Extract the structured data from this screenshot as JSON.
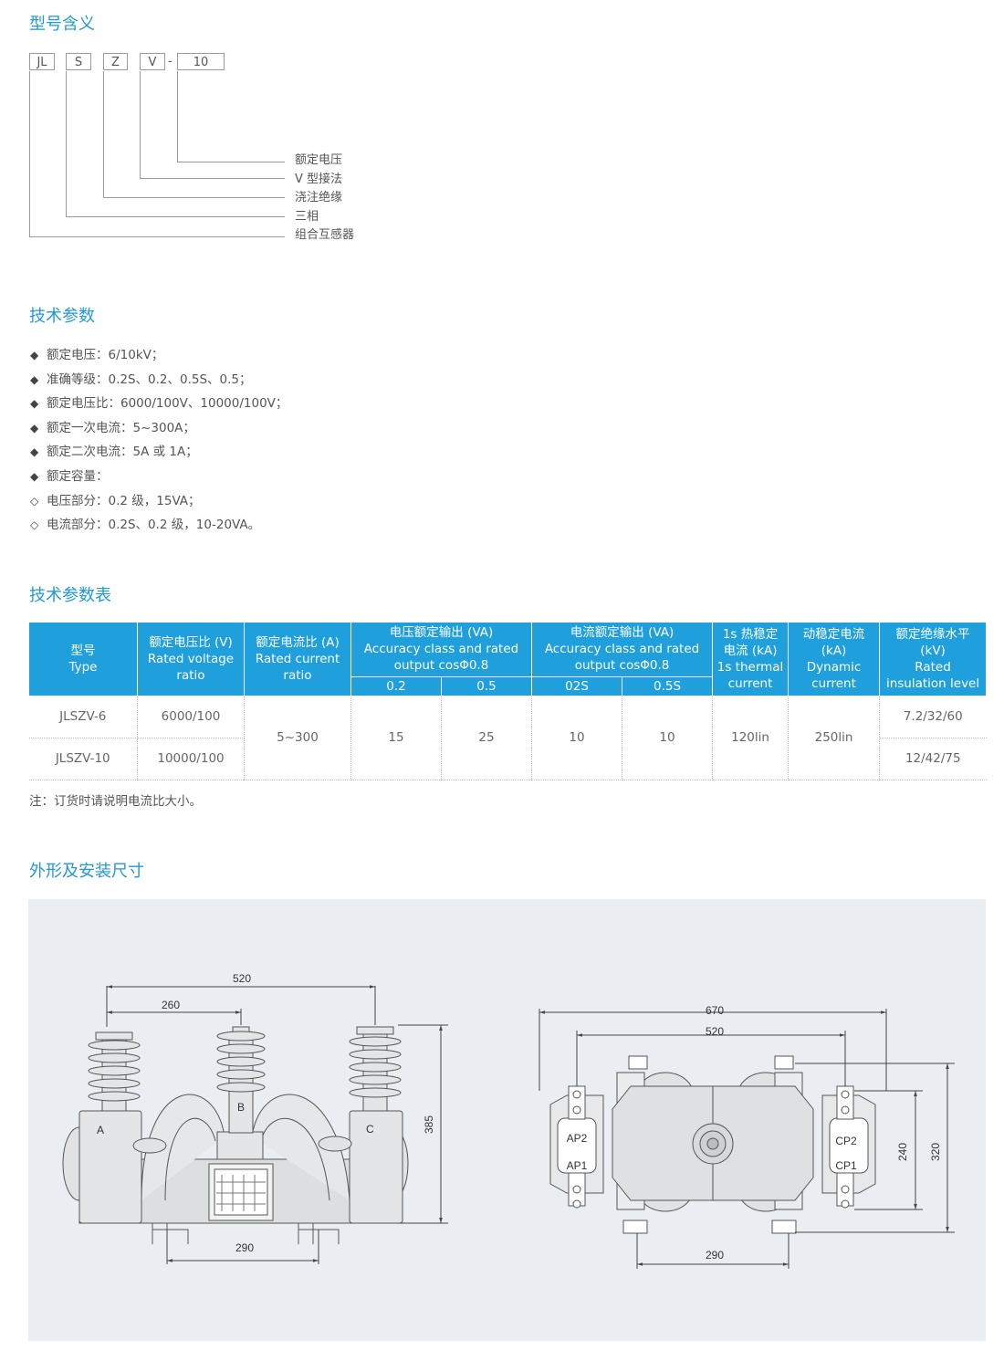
{
  "sections": {
    "model_meaning": "型号含义",
    "tech_params": "技术参数",
    "tech_table": "技术参数表",
    "dimensions": "外形及安装尺寸"
  },
  "model_code": {
    "parts": [
      "JL",
      "S",
      "Z",
      "V"
    ],
    "dash": "-",
    "voltage": "10",
    "meanings": [
      "额定电压",
      "V 型接法",
      "浇注绝缘",
      "三相",
      "组合互感器"
    ]
  },
  "params": [
    {
      "marker": "◆",
      "text": "额定电压：6/10kV；"
    },
    {
      "marker": "◆",
      "text": "准确等级：0.2S、0.2、0.5S、0.5；"
    },
    {
      "marker": "◆",
      "text": "额定电压比：6000/100V、10000/100V；"
    },
    {
      "marker": "◆",
      "text": "额定一次电流：5~300A；"
    },
    {
      "marker": "◆",
      "text": "额定二次电流：5A 或 1A；"
    },
    {
      "marker": "◆",
      "text": "额定容量："
    },
    {
      "marker": "◇",
      "text": "电压部分：0.2 级，15VA；"
    },
    {
      "marker": "◇",
      "text": "电流部分：0.2S、0.2 级，10-20VA。"
    }
  ],
  "table": {
    "h_type": [
      "型号",
      "Type"
    ],
    "h_vratio": [
      "额定电压比 (V)",
      "Rated voltage",
      "ratio"
    ],
    "h_cratio": [
      "额定电流比 (A)",
      "Rated current",
      "ratio"
    ],
    "h_vout": [
      "电压额定输出 (VA)",
      "Accuracy class and rated",
      "output cosΦ0.8"
    ],
    "h_cout": [
      "电流额定输出 (VA)",
      "Accuracy class and rated",
      "output cosΦ0.8"
    ],
    "h_thermal": [
      "1s 热稳定",
      "电流 (kA)",
      "1s thermal",
      "current"
    ],
    "h_dynamic": [
      "动稳定电流",
      "(kA)",
      "Dynamic",
      "current"
    ],
    "h_insul": [
      "额定绝缘水平",
      "(kV)",
      "Rated",
      "insulation level"
    ],
    "sub": [
      "0.2",
      "0.5",
      "02S",
      "0.5S"
    ],
    "rows": [
      {
        "type": "JLSZV-6",
        "vratio": "6000/100",
        "insul": "7.2/32/60"
      },
      {
        "type": "JLSZV-10",
        "vratio": "10000/100",
        "insul": "12/42/75"
      }
    ],
    "shared": {
      "cratio": "5~300",
      "v02": "15",
      "v05": "25",
      "c02s": "10",
      "c05s": "10",
      "thermal": "120lin",
      "dynamic": "250lin"
    }
  },
  "note": "注：订货时请说明电流比大小。",
  "drawing": {
    "front": {
      "w520": "520",
      "w260": "260",
      "w290": "290",
      "h385": "385",
      "phase_a": "A",
      "phase_b": "B",
      "phase_c": "C"
    },
    "top": {
      "w670": "670",
      "w520": "520",
      "w290": "290",
      "h240": "240",
      "h320": "320",
      "ap2": "AP2",
      "ap1": "AP1",
      "cp2": "CP2",
      "cp1": "CP1"
    }
  }
}
